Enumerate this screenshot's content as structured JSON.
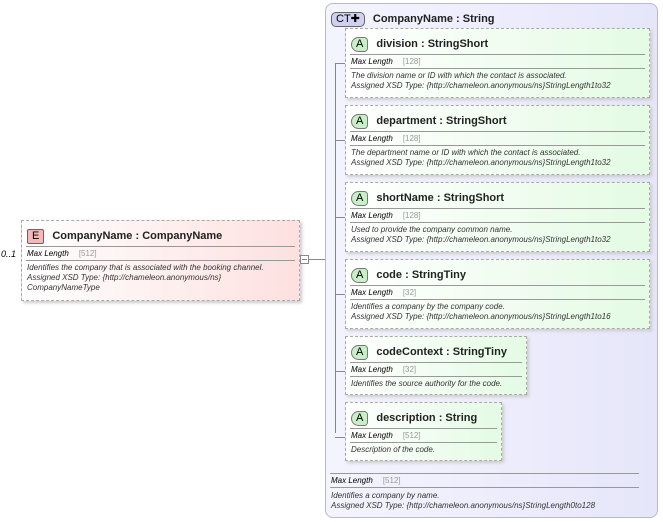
{
  "element": {
    "occurs": "0..1",
    "badge": "E",
    "name": "CompanyName",
    "type": "CompanyName",
    "max_length_label": "Max Length",
    "max_length": "[512]",
    "description": [
      "Identifies the company that is associated with the booking channel.",
      "Assigned XSD Type: {http://chameleon.anonymous/ns}",
      "CompanyNameType"
    ]
  },
  "complex_type": {
    "badge": "CT",
    "name": "CompanyName",
    "type": "String",
    "max_length_label": "Max Length",
    "max_length": "[512]",
    "description": [
      "Identifies a company by name.",
      "Assigned XSD Type: {http://chameleon.anonymous/ns}StringLength0to128"
    ]
  },
  "attributes": [
    {
      "name": "division",
      "type": "StringShort",
      "max_length": "[128]",
      "description": [
        "The division name or ID with which the contact is associated.",
        "Assigned XSD Type: {http://chameleon.anonymous/ns}StringLength1to32"
      ]
    },
    {
      "name": "department",
      "type": "StringShort",
      "max_length": "[128]",
      "description": [
        "The department name or ID with which the contact is associated.",
        "Assigned XSD Type: {http://chameleon.anonymous/ns}StringLength1to32"
      ]
    },
    {
      "name": "shortName",
      "type": "StringShort",
      "max_length": "[128]",
      "description": [
        "Used to provide the company common name.",
        "Assigned XSD Type: {http://chameleon.anonymous/ns}StringLength1to32"
      ]
    },
    {
      "name": "code",
      "type": "StringTiny",
      "max_length": "[32]",
      "description": [
        "Identifies a company by the company code.",
        "Assigned XSD Type: {http://chameleon.anonymous/ns}StringLength1to16"
      ]
    },
    {
      "name": "codeContext",
      "type": "StringTiny",
      "max_length": "[32]",
      "description": [
        "Identifies the source authority for the code."
      ]
    },
    {
      "name": "description",
      "type": "String",
      "max_length": "[512]",
      "description": [
        "Description of the code."
      ]
    }
  ],
  "attr_badge": "A",
  "max_length_label": "Max Length",
  "sep": ":"
}
